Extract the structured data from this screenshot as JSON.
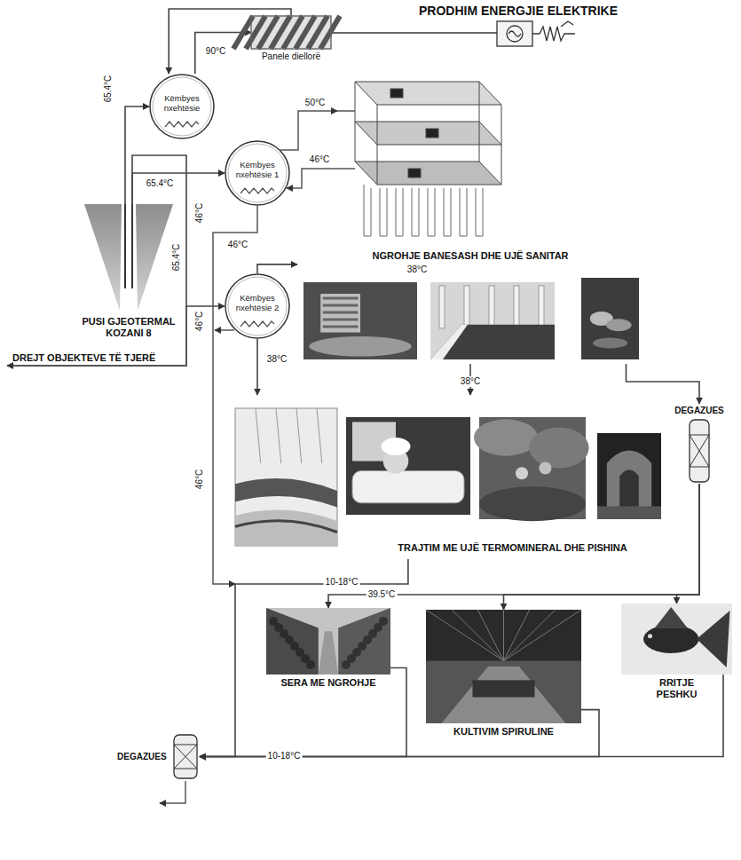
{
  "diagram": {
    "nodes": [
      {
        "text": [
          "Panele diellorë"
        ]
      },
      {
        "text": [
          "Këmbyes nxehtësie"
        ]
      },
      {
        "text": [
          "Këmbyes nxehtësie 1"
        ]
      },
      {
        "text": [
          "PUSI GJEOTERMAL KOZANI 8"
        ]
      },
      {
        "text": [
          "Këmbyes nxehtësie 2"
        ]
      },
      {
        "text": [
          "NGROHJE BANESASH DHE UJË SANITAR"
        ]
      },
      {
        "text": [
          "DEGAZUES"
        ]
      },
      {
        "text": [
          "TRAJTIM ME UJË TERMOMINERAL DHE PISHINA"
        ]
      },
      {
        "text": [
          "SERA ME NGROHJE"
        ]
      },
      {
        "text": [
          "KULTIVIM SPIRULINE"
        ]
      },
      {
        "text": [
          "RRITJE PESHKU"
        ]
      },
      {
        "text": [
          "DEGAZUES"
        ]
      }
    ],
    "edges": [
      {
        "from": 3,
        "to": 1,
        "arrow": "to"
      },
      {
        "from": 1,
        "to": 0,
        "label": "90°C",
        "arrow": "to"
      },
      {
        "from": 0,
        "to": 1,
        "arrow": "to"
      },
      {
        "from": 3,
        "to": 2,
        "label": "65.4°C",
        "arrow": "to"
      },
      {
        "from": 3,
        "to": 4,
        "label": "65.4°C",
        "arrow": "to"
      },
      {
        "from": 4,
        "to": 5,
        "arrow": "to"
      },
      {
        "from": 4,
        "to": 7,
        "label": "38°C",
        "arrow": "to"
      },
      {
        "from": 5,
        "to": 7,
        "label": "38°C",
        "arrow": "to"
      },
      {
        "from": 5,
        "to": 6,
        "arrow": "to"
      },
      {
        "from": 7,
        "to": 11,
        "label": "10-18°C",
        "arrow": "to"
      },
      {
        "from": 6,
        "to": 8,
        "label": "39.5°C",
        "arrow": "to"
      },
      {
        "from": 6,
        "to": 9,
        "arrow": "to"
      },
      {
        "from": 6,
        "to": 10,
        "arrow": "to"
      },
      {
        "from": 8,
        "to": 11,
        "label": "10-18°C",
        "arrow": "to"
      },
      {
        "from": 9,
        "to": 11,
        "arrow": "to"
      },
      {
        "from": 10,
        "to": 11,
        "arrow": "to"
      }
    ],
    "labels": [
      "PRODHIM ENERGJIE ELEKTRIKE",
      "65.4°C",
      "50°C",
      "46°C",
      "46°C",
      "46°C",
      "46°C",
      "38°C",
      "DREJT OBJEKTEVE TË TJERË",
      "46°C"
    ]
  }
}
